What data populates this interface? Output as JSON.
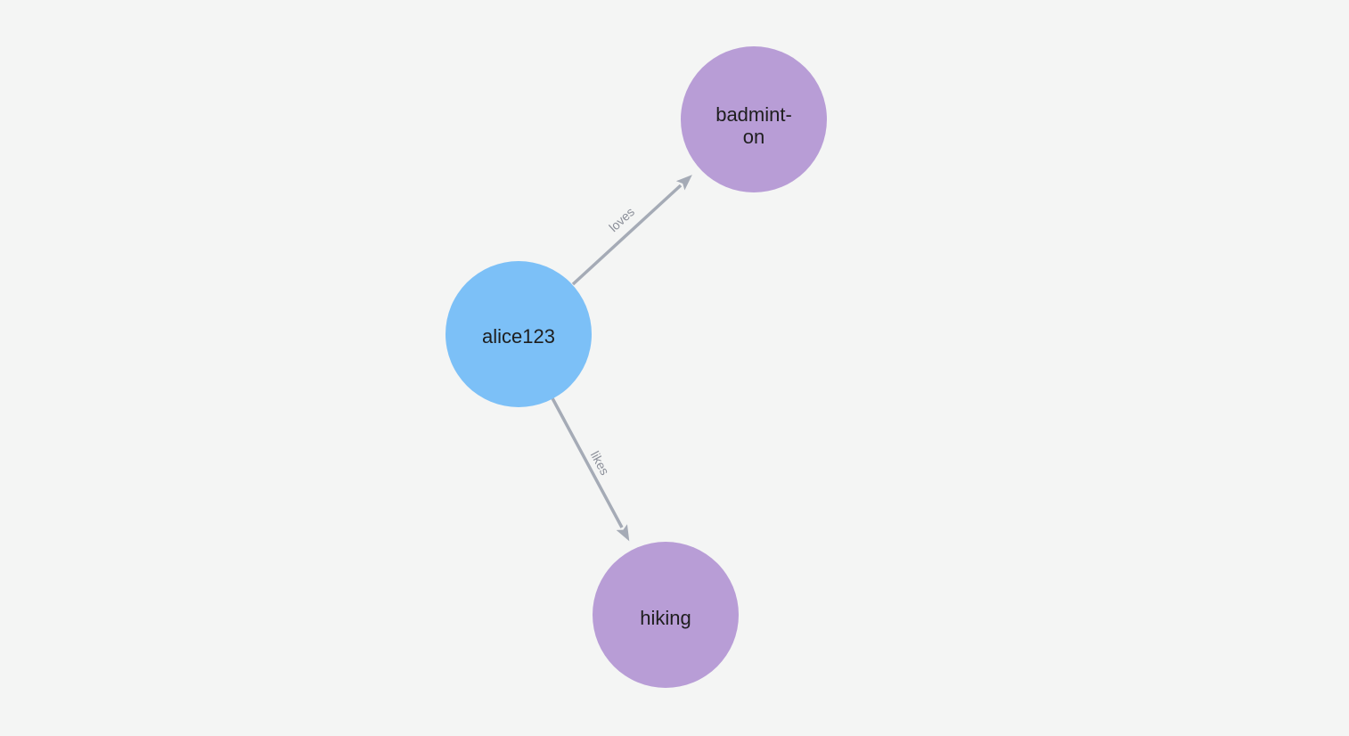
{
  "canvas": {
    "background_color": "#F4F5F4"
  },
  "graph": {
    "style": {
      "edge_color": "#A5ABB6",
      "edge_label_color": "#8B8F99",
      "node_label_color": "#1E1E1E",
      "user_node_color": "#7CC0F7",
      "hobby_node_color": "#B89DD6"
    },
    "nodes": [
      {
        "label": "alice123",
        "display_label": "alice123",
        "color": "#7CC0F7"
      },
      {
        "label": "badminton",
        "display_line1": "badmint-",
        "display_line2": "on",
        "color": "#B89DD6"
      },
      {
        "label": "hiking",
        "display_label": "hiking",
        "color": "#B89DD6"
      }
    ],
    "edges": [
      {
        "from": "alice123",
        "to": "badminton",
        "label": "loves"
      },
      {
        "from": "alice123",
        "to": "hiking",
        "label": "likes"
      }
    ]
  }
}
